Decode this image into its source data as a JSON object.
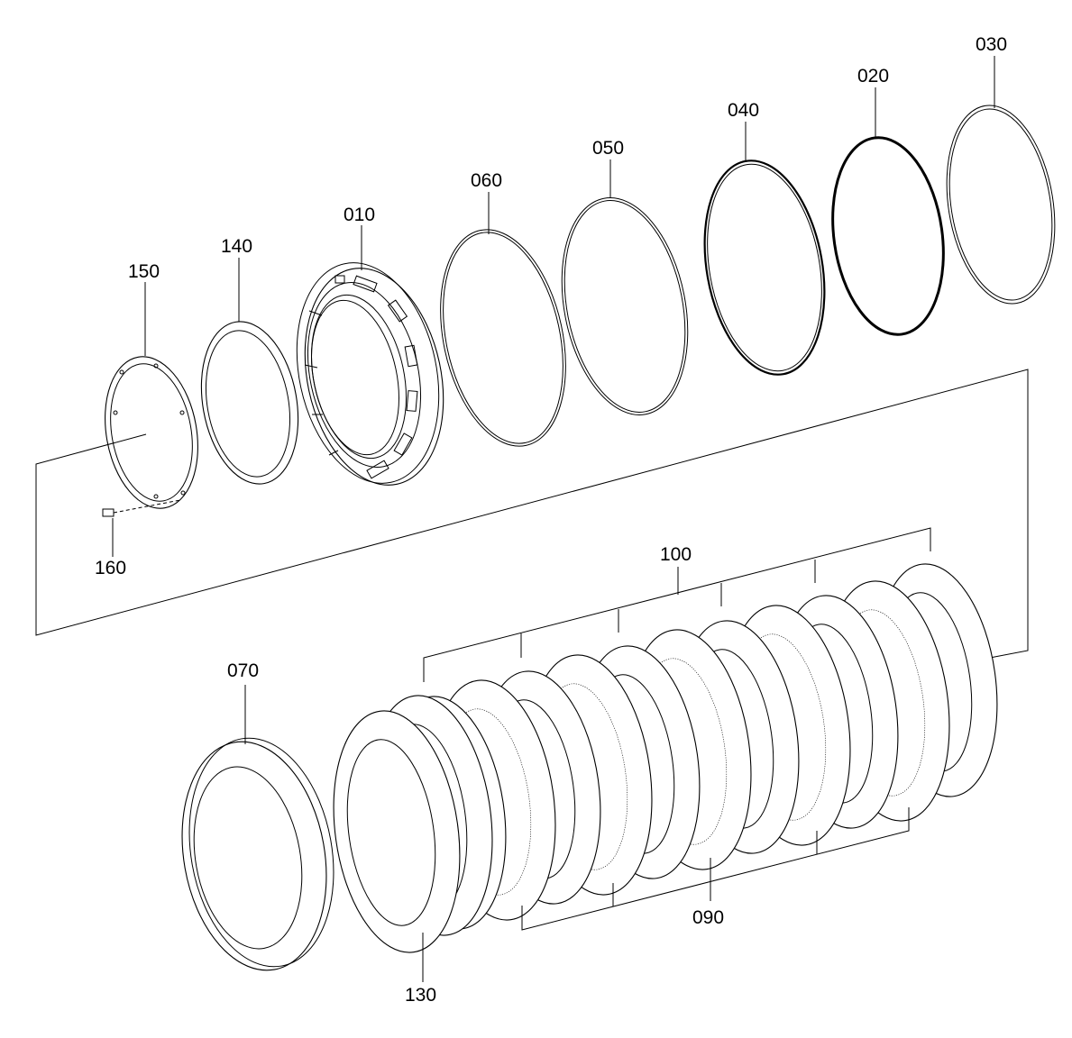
{
  "part_labels": {
    "p010": "010",
    "p020": "020",
    "p030": "030",
    "p040": "040",
    "p050": "050",
    "p060": "060",
    "p070": "070",
    "p090": "090",
    "p100": "100",
    "p130": "130",
    "p140": "140",
    "p150": "150",
    "p160": "160"
  },
  "colors": {
    "line": "#000000",
    "background": "#ffffff"
  }
}
